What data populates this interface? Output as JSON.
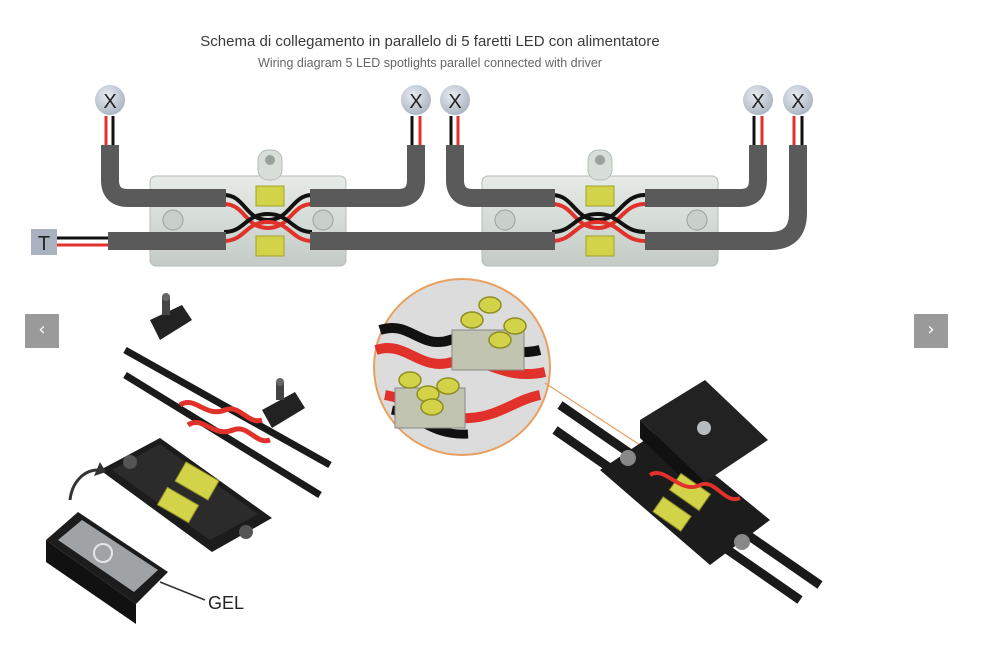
{
  "diagram": {
    "title": "Schema di collegamento in parallelo di 5 faretti LED con alimentatore",
    "subtitle": "Wiring diagram 5 LED spotlights parallel connected with driver",
    "spotlight_symbol": "X",
    "driver_symbol": "T",
    "gel_label": "GEL"
  },
  "carousel": {
    "prev_label": "‹",
    "next_label": "›"
  },
  "colors": {
    "cable": "#5a5a5a",
    "wire_red": "#e0312b",
    "wire_black": "#151515",
    "connector": "#d7ded8",
    "terminal": "#d3d34a",
    "housing": "#1c1c1c"
  }
}
